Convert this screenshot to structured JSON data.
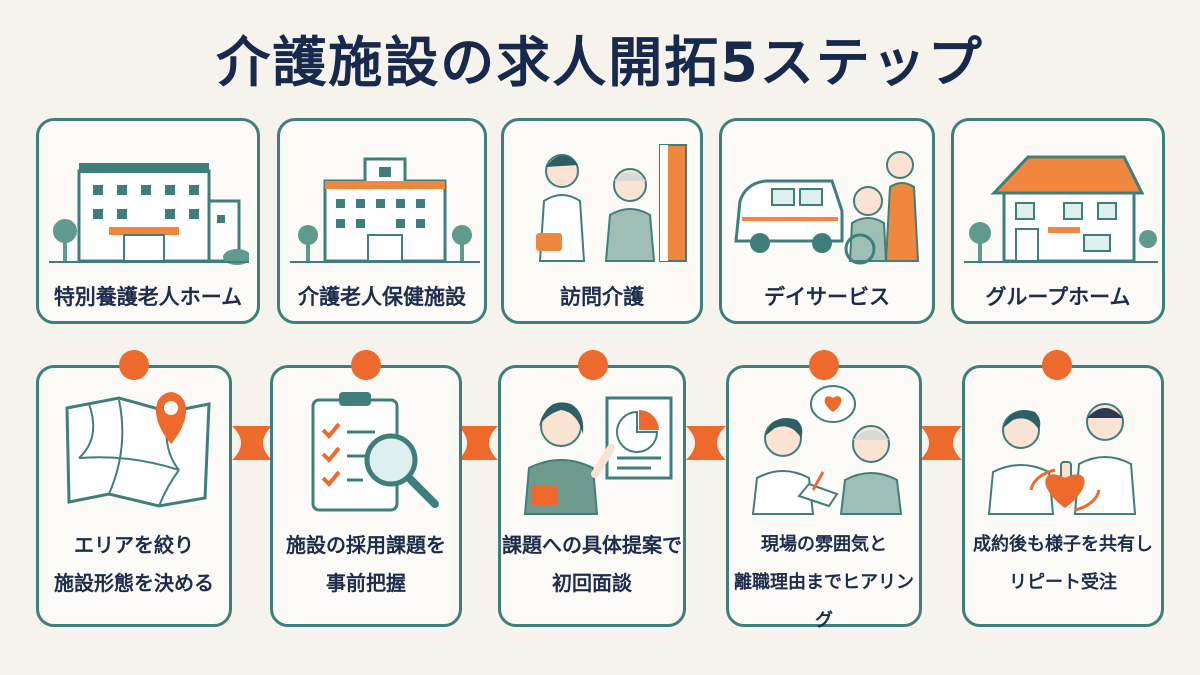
{
  "title": "介護施設の求人開拓5ステップ",
  "facility_types": [
    {
      "label": "特別養護老人ホーム",
      "icon": "nursing-home-building-icon"
    },
    {
      "label": "介護老人保健施設",
      "icon": "health-facility-building-icon"
    },
    {
      "label": "訪問介護",
      "icon": "home-visit-caregiver-icon"
    },
    {
      "label": "デイサービス",
      "icon": "day-service-van-icon"
    },
    {
      "label": "グループホーム",
      "icon": "group-home-house-icon"
    }
  ],
  "steps": [
    {
      "line1": "エリアを絞り",
      "line2": "施設形態を決める",
      "icon": "map-pin-icon"
    },
    {
      "line1": "施設の採用課題を",
      "line2": "事前把握",
      "icon": "clipboard-magnifier-icon"
    },
    {
      "line1": "課題への具体提案で",
      "line2": "初回面談",
      "icon": "presenter-chart-icon"
    },
    {
      "line1": "現場の雰囲気と",
      "line2": "離職理由までヒアリング",
      "icon": "interview-heart-icon"
    },
    {
      "line1": "成約後も様子を共有し",
      "line2": "リピート受注",
      "icon": "handshake-repeat-icon"
    }
  ],
  "colors": {
    "teal": "#3e7f7c",
    "orange": "#ee6a2c",
    "navy": "#17294d",
    "background": "#f6f3ec"
  }
}
